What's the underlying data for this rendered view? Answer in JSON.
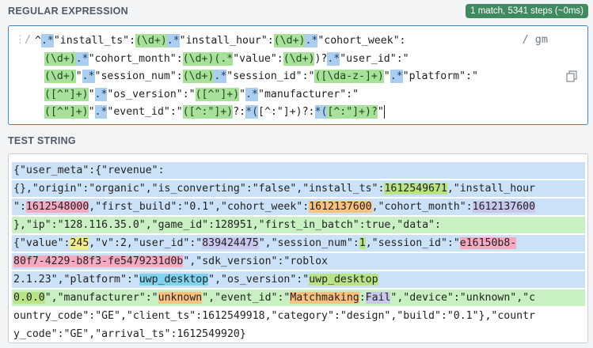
{
  "regex_section": {
    "title": "REGULAR EXPRESSION",
    "match_badge": "1 match, 5341 steps (~0ms)",
    "delimiter": "/",
    "flags": "/ gm",
    "lines": [
      [
        [
          "^",
          ""
        ],
        [
          ".*",
          "b"
        ],
        [
          "\"install_ts\":",
          ""
        ],
        [
          "(\\d+)",
          "g"
        ],
        [
          ".*",
          "b"
        ],
        [
          "\"install_hour\":",
          ""
        ],
        [
          "(\\d+)",
          "g"
        ],
        [
          ".*",
          "b"
        ],
        [
          "\"cohort_week\":",
          ""
        ]
      ],
      [
        [
          "(\\d+)",
          "g"
        ],
        [
          ".*",
          "b"
        ],
        [
          "\"cohort_month\":",
          ""
        ],
        [
          "(\\d+)",
          "g"
        ],
        [
          "(.*",
          "g"
        ],
        [
          "\"value\":",
          ""
        ],
        [
          "(\\d+)",
          "g"
        ],
        [
          ")?",
          ""
        ],
        [
          ".*",
          "b"
        ],
        [
          "\"user_id\":\"",
          ""
        ]
      ],
      [
        [
          "(\\d+)",
          "g"
        ],
        [
          "\"",
          ""
        ],
        [
          ".*",
          "b"
        ],
        [
          "\"session_num\":",
          ""
        ],
        [
          "(\\d+)",
          "g"
        ],
        [
          ".*",
          "b"
        ],
        [
          "\"session_id\":\"",
          ""
        ],
        [
          "([\\da-z-]+)",
          "g"
        ],
        [
          "\"",
          ""
        ],
        [
          ".*",
          "b"
        ],
        [
          "\"platform\":\"",
          ""
        ]
      ],
      [
        [
          "([^\"]+)",
          "g"
        ],
        [
          "\"",
          ""
        ],
        [
          ".*",
          "b"
        ],
        [
          "\"os_version\":\"",
          ""
        ],
        [
          "([^\"]+)",
          "g"
        ],
        [
          "\"",
          ""
        ],
        [
          ".*",
          "b"
        ],
        [
          "\"manufacturer\":\"",
          ""
        ]
      ],
      [
        [
          "([^\"]+)",
          "g"
        ],
        [
          "\"",
          ""
        ],
        [
          ".*",
          "b"
        ],
        [
          "\"event_id\":\"",
          ""
        ],
        [
          "([^:\"]+)",
          "g"
        ],
        [
          "?:",
          ""
        ],
        [
          "*(",
          "b"
        ],
        [
          "[^:\"]+)?",
          ""
        ],
        [
          ":",
          ""
        ],
        [
          "*(",
          "b"
        ],
        [
          "[^:\"]+)?",
          "g"
        ],
        [
          "\"",
          ""
        ]
      ]
    ],
    "copy_icon": "copy-icon"
  },
  "test_section": {
    "title": "TEST STRING",
    "lines": [
      {
        "bg": "hb",
        "parts": [
          [
            "{\"user_meta\":{\"revenue\":",
            ""
          ]
        ]
      },
      {
        "bg": "hb",
        "parts": [
          [
            "{},\"origin\":\"organic\",\"is_converting\":\"false\",\"install_ts\":",
            ""
          ],
          [
            "1612549671",
            "m-lime"
          ],
          [
            ",\"install_hour",
            ""
          ]
        ]
      },
      {
        "bg": "hb",
        "parts": [
          [
            "\":",
            ""
          ],
          [
            "1612548000",
            "m-pink"
          ],
          [
            ",\"first_build\":\"0.1\",\"cohort_week\":",
            ""
          ],
          [
            "1612137600",
            "m-orange"
          ],
          [
            ",\"cohort_month\":",
            ""
          ],
          [
            "1612137600",
            "m-purple"
          ]
        ]
      },
      {
        "bg": "hg",
        "parts": [
          [
            "},\"ip\":\"128.116.35.0\",\"game_id\":128951,\"first_in_batch\":true,\"data\":",
            ""
          ]
        ]
      },
      {
        "bg": "hb",
        "parts": [
          [
            "{\"value\":",
            ""
          ],
          [
            "245",
            "m-yellow"
          ],
          [
            ",\"v\":2,\"user_id\":\"",
            ""
          ],
          [
            "839424475",
            "m-purple"
          ],
          [
            "\",\"session_num\":",
            ""
          ],
          [
            "1",
            "m-lime"
          ],
          [
            ",\"session_id\":\"",
            ""
          ],
          [
            "e16150b8-",
            "m-pink"
          ]
        ]
      },
      {
        "bg": "hb",
        "parts": [
          [
            "80f7-4229-b8f3-fe5479231d0b",
            "m-pink"
          ],
          [
            "\",\"sdk_version\":\"roblox",
            ""
          ]
        ]
      },
      {
        "bg": "hb",
        "parts": [
          [
            "2.1.23\",\"platform\":\"",
            ""
          ],
          [
            "uwp_desktop",
            "m-cyan"
          ],
          [
            "\",\"os_version\":\"",
            ""
          ],
          [
            "uwp_desktop",
            "m-lime"
          ]
        ]
      },
      {
        "bg": "hg",
        "parts": [
          [
            "0.0.0",
            "m-lime"
          ],
          [
            "\",\"manufacturer\":\"",
            ""
          ],
          [
            "unknown",
            "m-orange"
          ],
          [
            "\",\"event_id\":\"",
            ""
          ],
          [
            "Matchmaking",
            "m-orange"
          ],
          [
            ":",
            ""
          ],
          [
            "Fail",
            "m-purple"
          ],
          [
            "\",\"device\":\"unknown\",\"c",
            ""
          ]
        ]
      },
      {
        "bg": "",
        "parts": [
          [
            "ountry_code\":\"GE\",\"client_ts\":1612549918,\"category\":\"design\",\"build\":\"0.1\"},\"countr",
            ""
          ]
        ]
      },
      {
        "bg": "",
        "parts": [
          [
            "y_code\":\"GE\",\"arrival_ts\":1612549920}",
            ""
          ]
        ]
      }
    ]
  },
  "colors": {
    "accent_border": "#3b86c6",
    "badge_green": "#3f8a5f",
    "match_blue": "#cae1f7"
  }
}
